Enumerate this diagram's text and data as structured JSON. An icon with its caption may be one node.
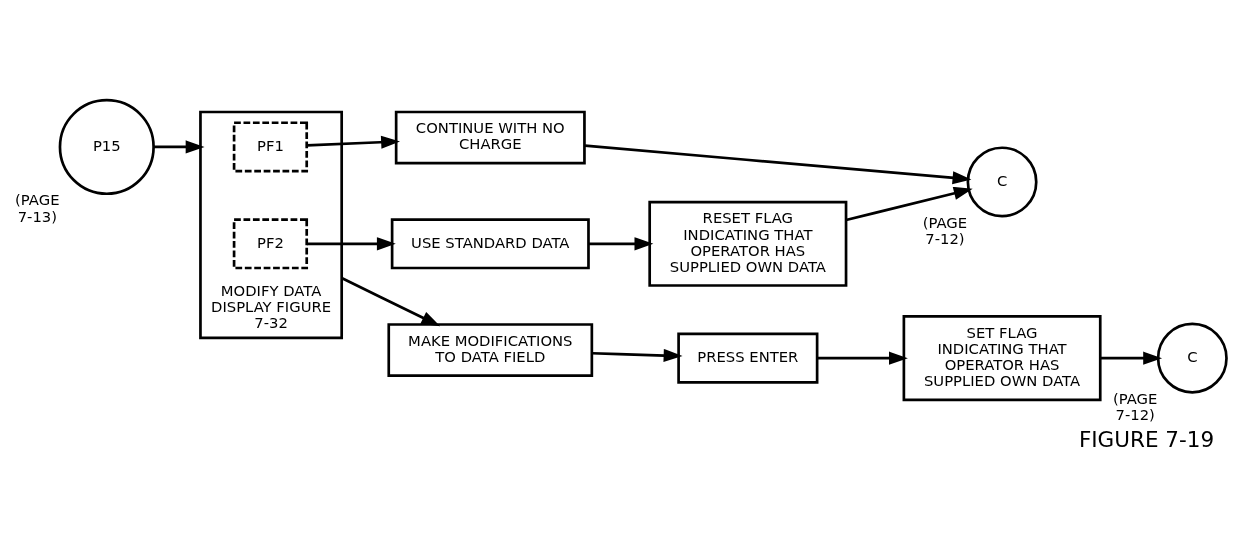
{
  "diagram": {
    "caption": "FIGURE 7-19",
    "nodes": [
      {
        "text": [
          "P15"
        ],
        "beside": [
          "(PAGE 7-13)"
        ]
      },
      {
        "text": [
          "MODIFY DATA",
          "DISPLAY FIGURE 7-32"
        ]
      },
      {
        "text": [
          "PF1"
        ],
        "in": 1
      },
      {
        "text": [
          "PF2"
        ],
        "in": 1
      },
      {
        "text": [
          "MAKE MODIFICATIONS TO DATA FIELD"
        ]
      },
      {
        "text": [
          "PRESS ENTER"
        ]
      },
      {
        "text": [
          "SET FLAG INDICATING THAT OPERATOR HAS SUPPLIED OWN DATA"
        ]
      },
      {
        "text": [
          "C"
        ],
        "beside": [
          "(PAGE 7-12)"
        ]
      },
      {
        "text": [
          "CONTINUE WITH NO CHARGE"
        ]
      },
      {
        "text": [
          "USE STANDARD DATA"
        ]
      },
      {
        "text": [
          "RESET FLAG INDICATING THAT OPERATOR HAS SUPPLIED OWN DATA"
        ]
      },
      {
        "text": [
          "C"
        ],
        "beside": [
          "(PAGE 7-12)"
        ]
      }
    ],
    "edges": [
      {
        "from": 0,
        "to": 1,
        "arrow": "to"
      },
      {
        "from": 1,
        "to": 4,
        "arrow": "to"
      },
      {
        "from": 4,
        "to": 5,
        "arrow": "to"
      },
      {
        "from": 5,
        "to": 6,
        "arrow": "to"
      },
      {
        "from": 6,
        "to": 7,
        "arrow": "to"
      },
      {
        "from": 2,
        "to": 8,
        "arrow": "to"
      },
      {
        "from": 3,
        "to": 9,
        "arrow": "to"
      },
      {
        "from": 8,
        "to": 11,
        "arrow": "to"
      },
      {
        "from": 9,
        "to": 10,
        "arrow": "to"
      },
      {
        "from": 10,
        "to": 11,
        "arrow": "to"
      }
    ]
  }
}
